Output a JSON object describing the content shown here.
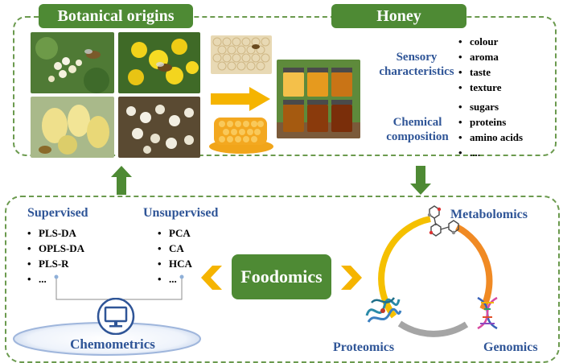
{
  "top": {
    "botanical_title": "Botanical origins",
    "honey_title": "Honey",
    "sensory_label": "Sensory characteristics",
    "sensory_items": [
      "colour",
      "aroma",
      "taste",
      "texture"
    ],
    "chemical_label": "Chemical composition",
    "chemical_items": [
      "sugars",
      "proteins",
      "amino acids",
      "...."
    ]
  },
  "bottom": {
    "supervised_title": "Supervised",
    "supervised_items": [
      "PLS-DA",
      "OPLS-DA",
      "PLS-R",
      "..."
    ],
    "unsupervised_title": "Unsupervised",
    "unsupervised_items": [
      "PCA",
      "CA",
      "HCA",
      "..."
    ],
    "foodomics": "Foodomics",
    "chemometrics": "Chemometrics",
    "metabolomics": "Metabolomics",
    "proteomics": "Proteomics",
    "genomics": "Genomics"
  },
  "colors": {
    "green": "#4e8a34",
    "blue": "#2f5597",
    "arrow_yellow": "#f5b400",
    "cycle_yellow": "#f5c000",
    "cycle_orange": "#f08a24",
    "cycle_gray": "#a5a5a5"
  }
}
